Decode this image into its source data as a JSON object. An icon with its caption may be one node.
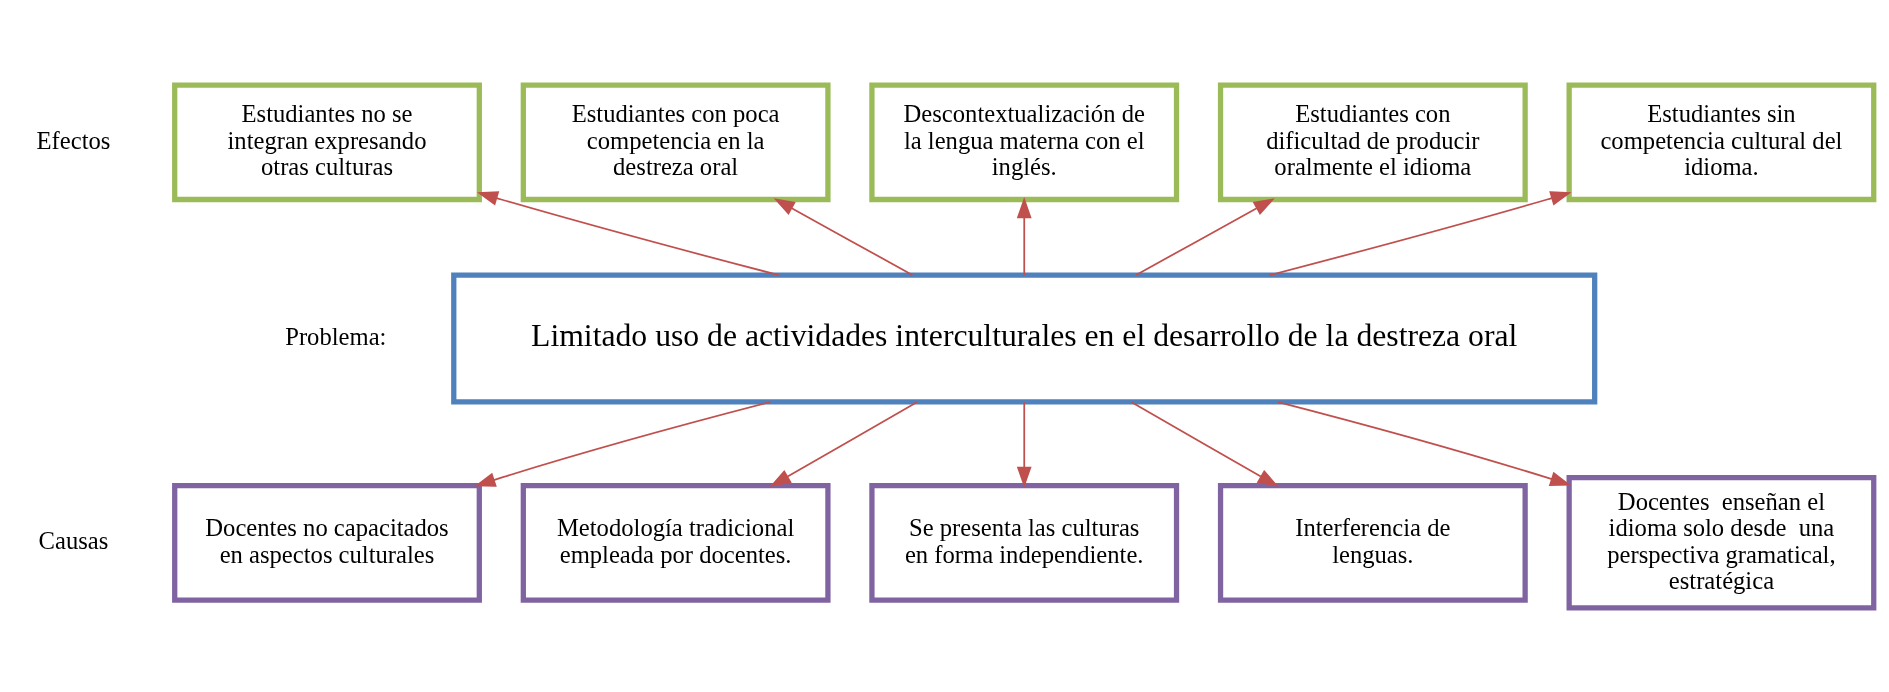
{
  "diagram": {
    "nodes": [
      {
        "text": [
          "Estudiantes no se integran expresando otras culturas"
        ]
      },
      {
        "text": [
          "Estudiantes con poca competencia en la destreza oral"
        ]
      },
      {
        "text": [
          "Descontextualización de la lengua materna con el inglés."
        ]
      },
      {
        "text": [
          "Estudiantes con dificultad de producir oralmente el idioma"
        ]
      },
      {
        "text": [
          "Estudiantes sin competencia cultural del idioma."
        ]
      },
      {
        "text": [
          "Limitado uso de actividades interculturales en el desarrollo de la destreza oral"
        ]
      },
      {
        "text": [
          "Docentes no capacitados en aspectos culturales"
        ]
      },
      {
        "text": [
          "Metodología tradicional empleada por docentes."
        ]
      },
      {
        "text": [
          "Se presenta las culturas en forma independiente."
        ]
      },
      {
        "text": [
          "Interferencia de lenguas."
        ]
      },
      {
        "text": [
          "Docentes  enseñan el idioma solo desde  una perspectiva gramatical, estratégica"
        ]
      }
    ],
    "edges": [
      {
        "from": 5,
        "to": 0,
        "arrow": "to"
      },
      {
        "from": 5,
        "to": 1,
        "arrow": "to"
      },
      {
        "from": 5,
        "to": 2,
        "arrow": "to"
      },
      {
        "from": 5,
        "to": 3,
        "arrow": "to"
      },
      {
        "from": 5,
        "to": 4,
        "arrow": "to"
      },
      {
        "from": 5,
        "to": 6,
        "arrow": "to"
      },
      {
        "from": 5,
        "to": 7,
        "arrow": "to"
      },
      {
        "from": 5,
        "to": 8,
        "arrow": "to"
      },
      {
        "from": 5,
        "to": 9,
        "arrow": "to"
      },
      {
        "from": 5,
        "to": 10,
        "arrow": "to"
      }
    ],
    "labels": [
      "Efectos",
      "Problema:",
      "Causas"
    ]
  }
}
